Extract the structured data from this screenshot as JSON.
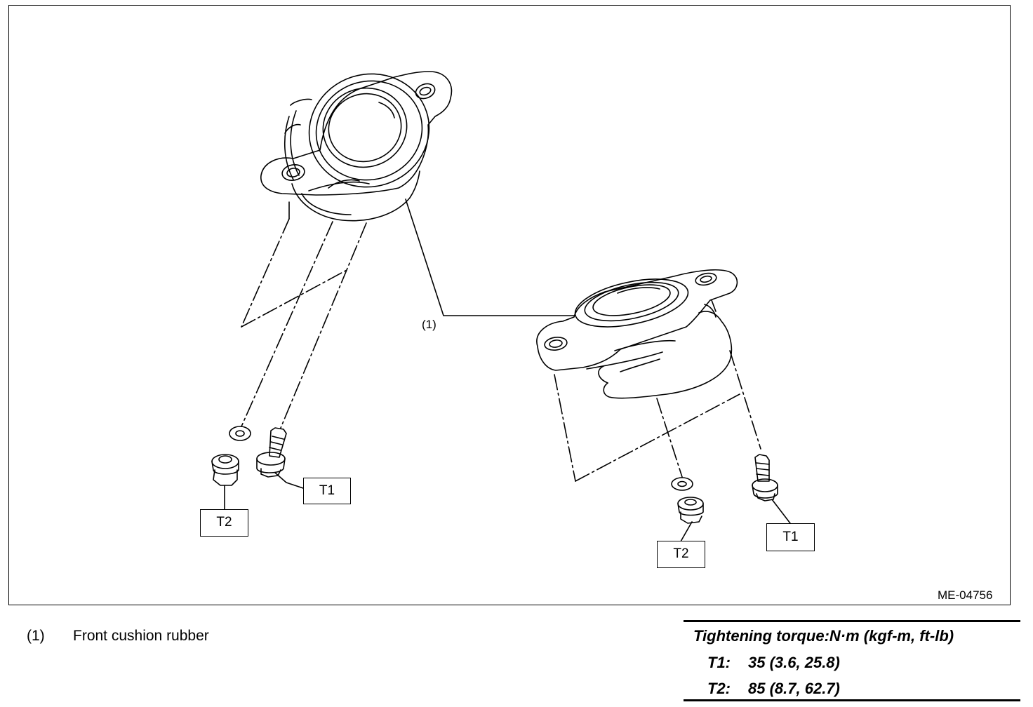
{
  "figure": {
    "id": "ME-04756",
    "callout": "(1)",
    "fastener_labels": [
      "T1",
      "T2",
      "T1",
      "T2"
    ]
  },
  "legend": {
    "number": "(1)",
    "text": "Front cushion rubber"
  },
  "torque": {
    "title": "Tightening torque:N·m (kgf-m, ft-lb)",
    "rows": [
      {
        "code": "T1:",
        "value": "35 (3.6, 25.8)"
      },
      {
        "code": "T2:",
        "value": "85 (8.7, 62.7)"
      }
    ]
  }
}
